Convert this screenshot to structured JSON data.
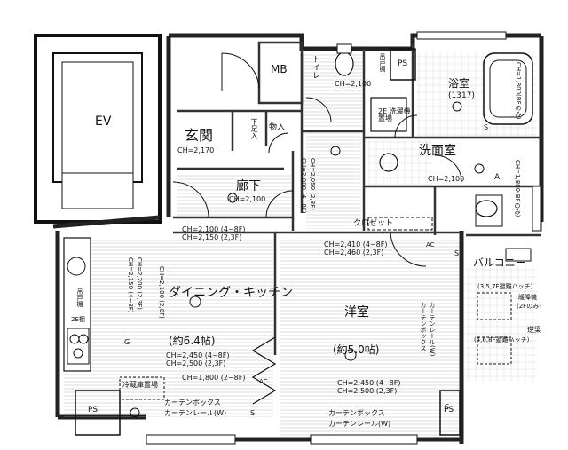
{
  "rooms": {
    "ev": "EV",
    "mb": "MB",
    "ps_top": "PS",
    "ps_bottom_left": "PS",
    "ps_right": "PS",
    "genkan": "玄関",
    "genkan_ch": "CH=2,170",
    "shitabako": "下足入",
    "monoire": "物入",
    "roka": "廊下",
    "roka_ch": "CH=2,100",
    "toilet": "トイレ",
    "toilet_ch": "CH=2,100",
    "toilet_shelf": "吊戸棚",
    "bath": "浴室",
    "bath_size": "(1317)",
    "bath_ch": "CH=1,800(BFのみ)",
    "washer": "2E 洗濯機置場",
    "washroom": "洗面室",
    "washroom_ch": "CH=2,100",
    "washroom_ch2": "CH=1,800(BFのみ)",
    "closet": "クロゼット",
    "balcony": "バルコニー",
    "evac_hatch_top": "(3,5,7F避難ハッチ)",
    "relay": "緩降機",
    "relay_floor": "(2Fのみ)",
    "reverse_beam": "逆梁",
    "evac_hatch_bottom": "(4,6,8F避難ハッチ)",
    "dining": "ダイニング・キッチン",
    "dining_size": "(約6.4帖)",
    "dining_ch1": "CH=2,450 (4~8F)",
    "dining_ch2": "CH=2,500 (2,3F)",
    "dining_ch3": "CH=1,800 (2~8F)",
    "dining_top_ch1": "CH=2,100 (4~8F)",
    "dining_top_ch2": "CH=2,150 (2,3F)",
    "kitchen_ch1": "CH=2,150 (4~8F)",
    "kitchen_ch2": "CH=2,200 (2,3F)",
    "kitchen_ch3": "CH=2,100 (2,8F)",
    "kitchen_shelf": "吊戸棚",
    "kitchen_shelf2": "2E棚",
    "fridge": "冷蔵庫置場",
    "youshitsu": "洋室",
    "youshitsu_size": "(約5.0帖)",
    "you_ch1": "CH=2,410 (4~8F)",
    "you_ch2": "CH=2,460 (2,3F)",
    "you_ch3": "CH=2,450 (4~8F)",
    "you_ch4": "CH=2,500 (2,3F)",
    "hall_ch1": "CH=2,000 (4~8F)",
    "hall_ch2": "CH=2,050 (2,3F)",
    "curtain_box": "カーテンボックス",
    "curtain_rail": "カーテンレール(W)",
    "curtain_box2": "カーテンボックス",
    "curtain_rail2": "カーテンレール(W)",
    "curtain_vert": "カーテンボックス",
    "curtain_vert2": "カーテンレール(W)",
    "ac": "AC",
    "ac2": "AC",
    "mark_a": "A'",
    "mark_g": "G",
    "mark_s1": "S",
    "mark_s2": "S",
    "mark_s3": "S",
    "mark_s4": "S"
  },
  "colors": {
    "line": "#111111",
    "wall": "#222222",
    "hatch": "#888888"
  }
}
